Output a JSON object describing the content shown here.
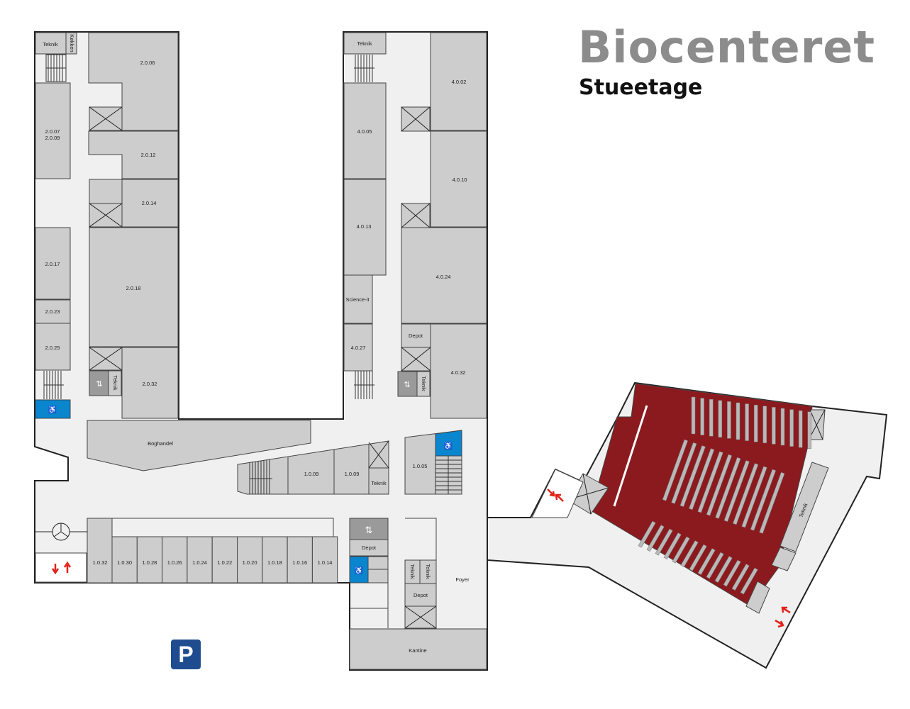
{
  "header": {
    "title": "Biocenteret",
    "subtitle": "Stueetage"
  },
  "parking_label": "P",
  "colors": {
    "auditorium": "#8b1a1e",
    "elevator_blue": "#0a86cf",
    "room": "#cdcdcd",
    "floor": "#f0f0f0",
    "exit_arrow": "#e32219",
    "parking": "#1e4c8f"
  },
  "rooms": {
    "teknik_a": "Teknik",
    "kokken": "Køkken",
    "r2006": "2.0.06",
    "r2007": "2.0.07",
    "r2009": "2.0.09",
    "r2012": "2.0.12",
    "r2014": "2.0.14",
    "r2017": "2.0.17",
    "r2018": "2.0.18",
    "r2023": "2.0.23",
    "r2025": "2.0.25",
    "r2032": "2.0.32",
    "teknik_b": "Teknik",
    "teknik_c": "Teknik",
    "r4002": "4.0.02",
    "r4005": "4.0.05",
    "r4010": "4.0.10",
    "r4013": "4.0.13",
    "r4024": "4.0.24",
    "science": "Science-it",
    "r4027": "4.0.27",
    "depot_a": "Depot",
    "r4032": "4.0.32",
    "teknik_d": "Teknik",
    "boghandel": "Boghandel",
    "r1009a": "1.0.09",
    "r1009b": "1.0.09",
    "teknik_e": "Teknik",
    "r1005": "1.0.05",
    "r1032": "1.0.32",
    "r1030": "1.0.30",
    "r1028": "1.0.28",
    "r1026": "1.0.26",
    "r1024": "1.0.24",
    "r1022": "1.0.22",
    "r1020": "1.0.20",
    "r1018": "1.0.18",
    "r1016": "1.0.16",
    "r1014": "1.0.14",
    "depot_b": "Depot",
    "teknik_f": "Teknik",
    "teknik_g": "Teknik",
    "depot_c": "Depot",
    "foyer": "Foyer",
    "kantine": "Kantine",
    "teknik_h": "Teknik"
  }
}
